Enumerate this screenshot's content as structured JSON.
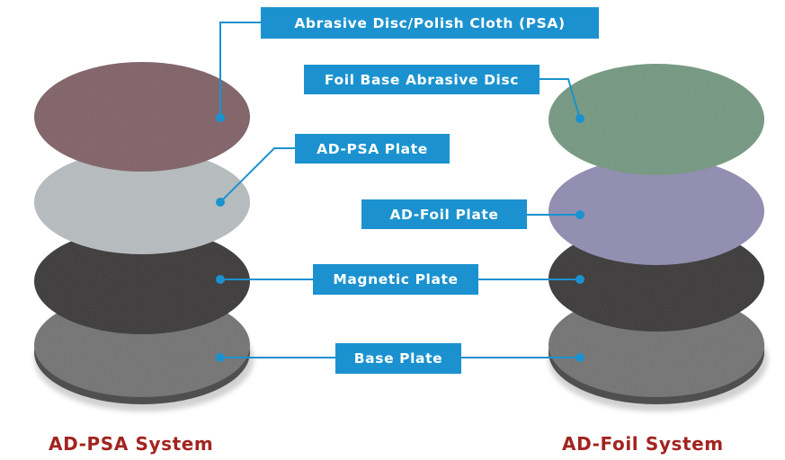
{
  "labels": {
    "abrasive_disc": "Abrasive Disc/Polish Cloth (PSA)",
    "foil_disc": "Foil Base Abrasive Disc",
    "ad_psa_plate": "AD-PSA Plate",
    "ad_foil_plate": "AD-Foil Plate",
    "magnetic_plate": "Magnetic Plate",
    "base_plate": "Base Plate"
  },
  "captions": {
    "left": "AD-PSA System",
    "right": "AD-Foil System"
  },
  "colors": {
    "label_bg": "#1b92cf",
    "caption": "#a3231f",
    "abrasive_disc": "#7d5a60",
    "foil_disc": "#6f967e",
    "ad_psa_plate": "#b6bcbf",
    "ad_foil_plate": "#8d8ab0",
    "magnetic_plate": "#231a1f",
    "base_plate": "#6e6e6e"
  }
}
